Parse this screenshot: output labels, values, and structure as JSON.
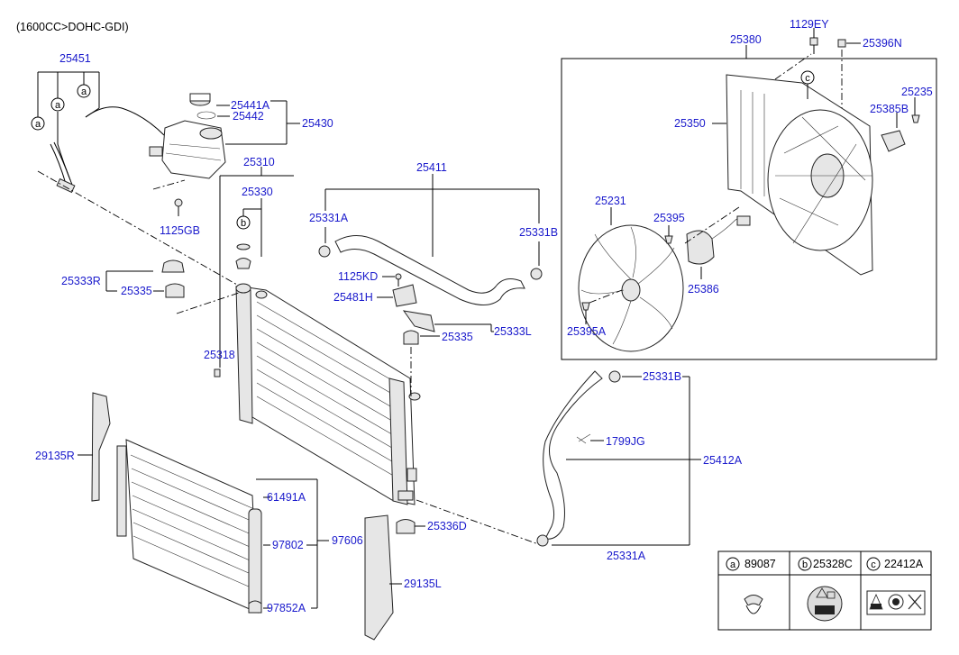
{
  "header": {
    "title": "(1600CC>DOHC-GDI)"
  },
  "parts": {
    "p25451": "25451",
    "p25441A": "25441A",
    "p25442": "25442",
    "p25430": "25430",
    "p1125GB": "1125GB",
    "p25310": "25310",
    "p25330": "25330",
    "p25333R": "25333R",
    "p25335_l": "25335",
    "p25318": "25318",
    "p25411": "25411",
    "p25331A_top": "25331A",
    "p25331B_top": "25331B",
    "p1125KD": "1125KD",
    "p25481H": "25481H",
    "p25335_m": "25335",
    "p25333L": "25333L",
    "p1129EY": "1129EY",
    "p25396N": "25396N",
    "p25380": "25380",
    "p25235": "25235",
    "p25385B": "25385B",
    "p25350": "25350",
    "p25231": "25231",
    "p25395": "25395",
    "p25386": "25386",
    "p25395A": "25395A",
    "p25331B_low": "25331B",
    "p1799JG": "1799JG",
    "p25412A": "25412A",
    "p25331A_low": "25331A",
    "p29135R": "29135R",
    "p61491A": "61491A",
    "p97606": "97606",
    "p97802": "97802",
    "p97852A": "97852A",
    "p25336D": "25336D",
    "p29135L": "29135L"
  },
  "callouts": {
    "a": "a",
    "b": "b",
    "c": "c"
  },
  "legend": {
    "items": [
      {
        "letter": "a",
        "code": "89087"
      },
      {
        "letter": "b",
        "code": "25328C"
      },
      {
        "letter": "c",
        "code": "22412A"
      }
    ]
  }
}
